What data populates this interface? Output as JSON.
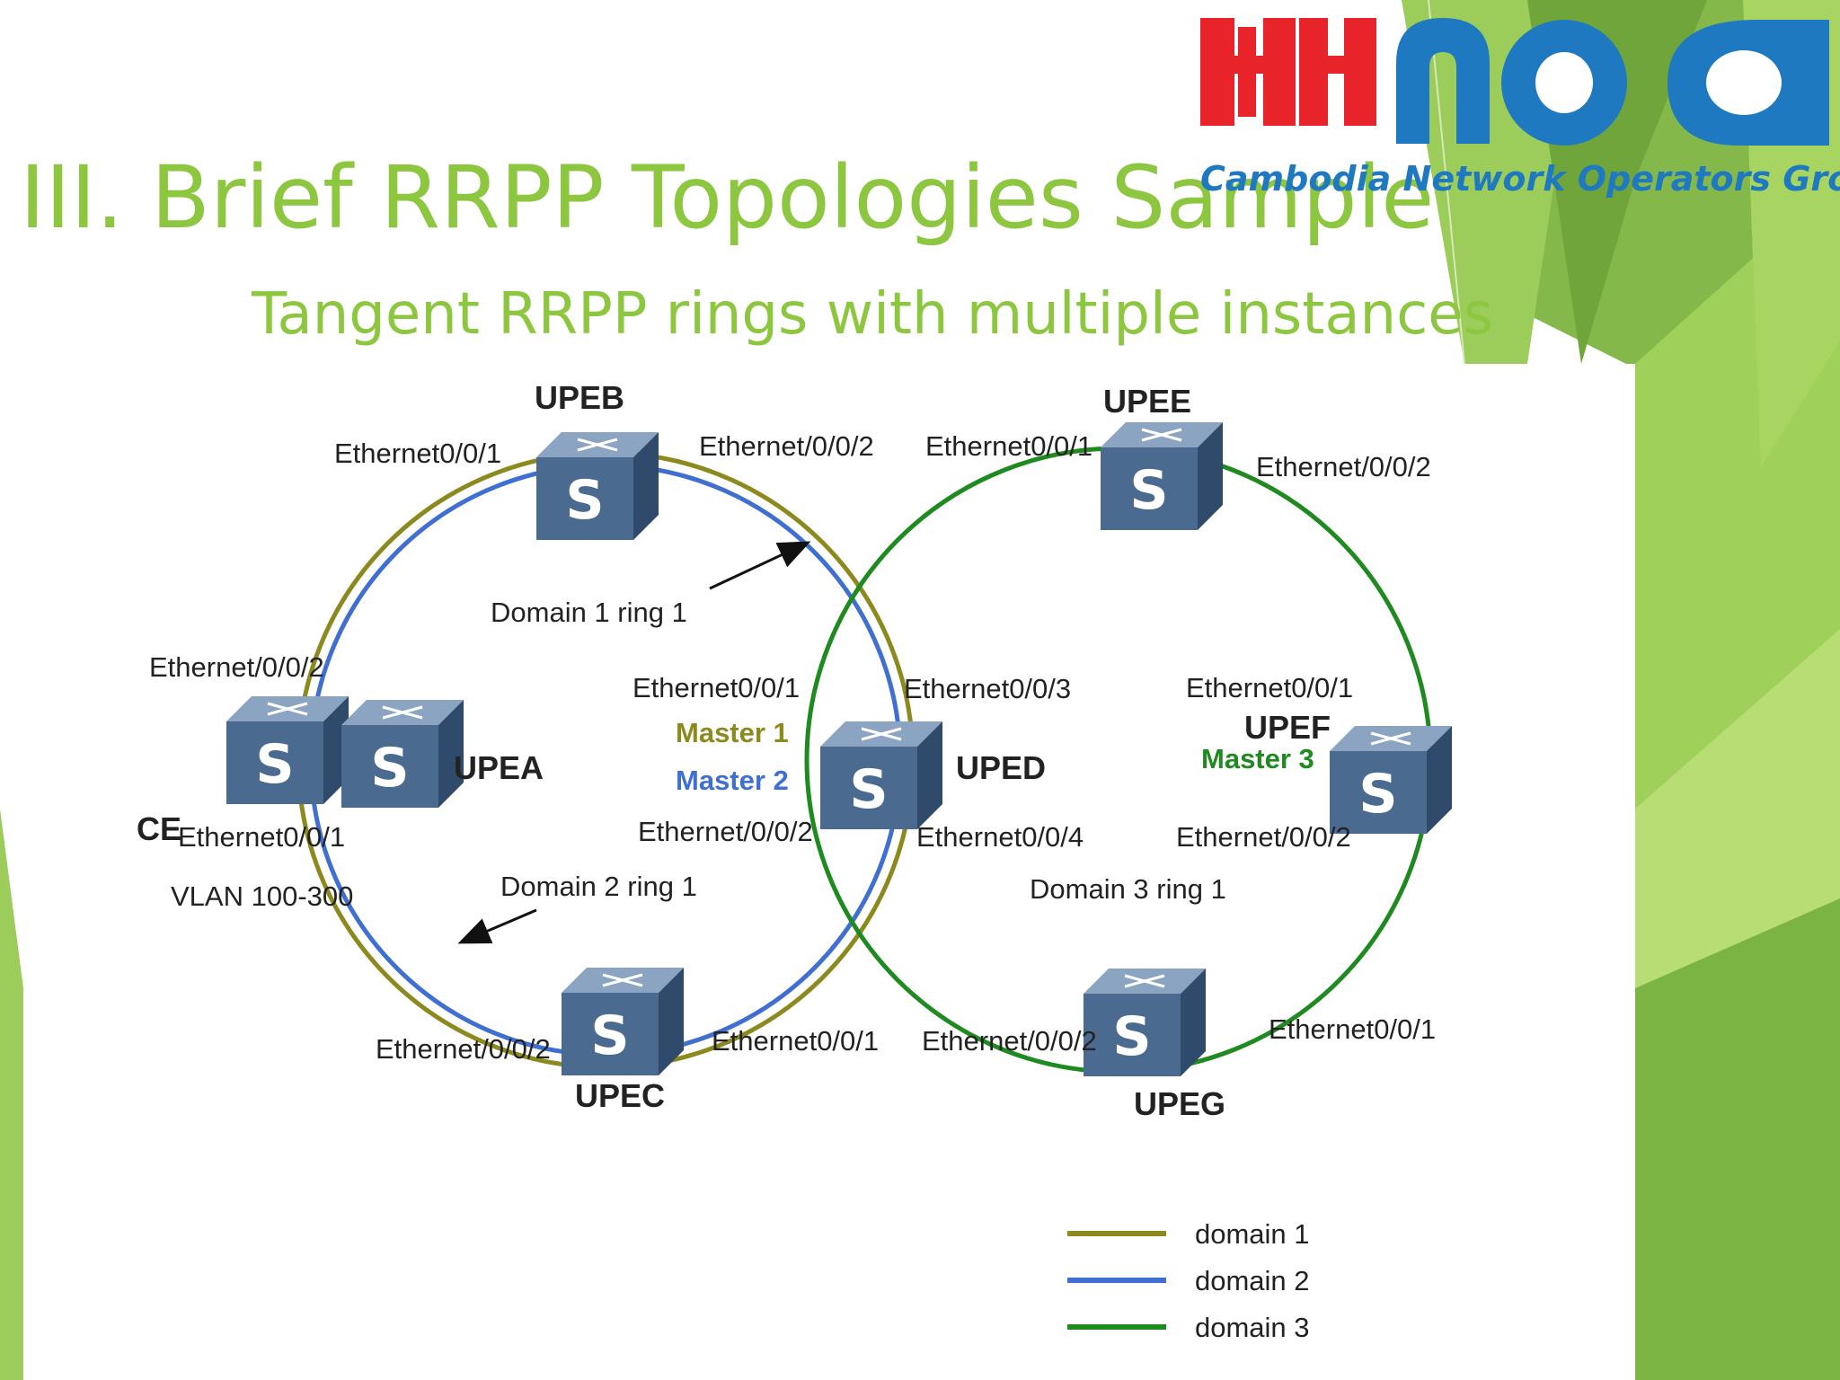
{
  "slide": {
    "title": "III. Brief RRPP Topologies Sample",
    "subtitle": "Tangent RRPP rings with multiple instances"
  },
  "logo": {
    "text": "KHNOG",
    "tagline": "Cambodia Network Operators Group",
    "colors": {
      "kh": "#e8242a",
      "nog": "#1f79c0"
    }
  },
  "colors": {
    "title": "#8dc63f",
    "domain1": "#8c8a1f",
    "domain2": "#3f6fd0",
    "domain3": "#1f8a1f",
    "switch": "#4a6a90"
  },
  "devices": {
    "upeb": {
      "name": "UPEB",
      "icon": "S"
    },
    "upee": {
      "name": "UPEE",
      "icon": "S"
    },
    "upea": {
      "name": "UPEA",
      "icon": "S"
    },
    "ce": {
      "name": "CE",
      "icon": "S"
    },
    "uped": {
      "name": "UPED",
      "icon": "S"
    },
    "upef": {
      "name": "UPEF",
      "icon": "S"
    },
    "upec": {
      "name": "UPEC",
      "icon": "S"
    },
    "upeg": {
      "name": "UPEG",
      "icon": "S"
    }
  },
  "ports": {
    "upeb_left": "Ethernet0/0/1",
    "upeb_right": "Ethernet/0/0/2",
    "upee_left": "Ethernet0/0/1",
    "upee_right": "Ethernet/0/0/2",
    "upea_top": "Ethernet/0/0/2",
    "upea_bottom": "Ethernet0/0/1",
    "uped_top_left": "Ethernet0/0/1",
    "uped_top_right": "Ethernet0/0/3",
    "uped_bottom_left": "Ethernet/0/0/2",
    "uped_bottom_right": "Ethernet0/0/4",
    "upef_top": "Ethernet0/0/1",
    "upef_bottom": "Ethernet/0/0/2",
    "upec_left": "Ethernet/0/0/2",
    "upec_right": "Ethernet0/0/1",
    "upeg_left": "Ethernet/0/0/2",
    "upeg_right": "Ethernet0/0/1"
  },
  "labels": {
    "master1": "Master 1",
    "master2": "Master 2",
    "master3": "Master 3",
    "domain1_ring": "Domain 1 ring 1",
    "domain2_ring": "Domain 2 ring 1",
    "domain3_ring": "Domain 3 ring 1",
    "vlan": "VLAN 100-300"
  },
  "legend": [
    {
      "label": "domain 1",
      "color": "#8c8a1f"
    },
    {
      "label": "domain 2",
      "color": "#3f6fd0"
    },
    {
      "label": "domain 3",
      "color": "#1f8a1f"
    }
  ]
}
